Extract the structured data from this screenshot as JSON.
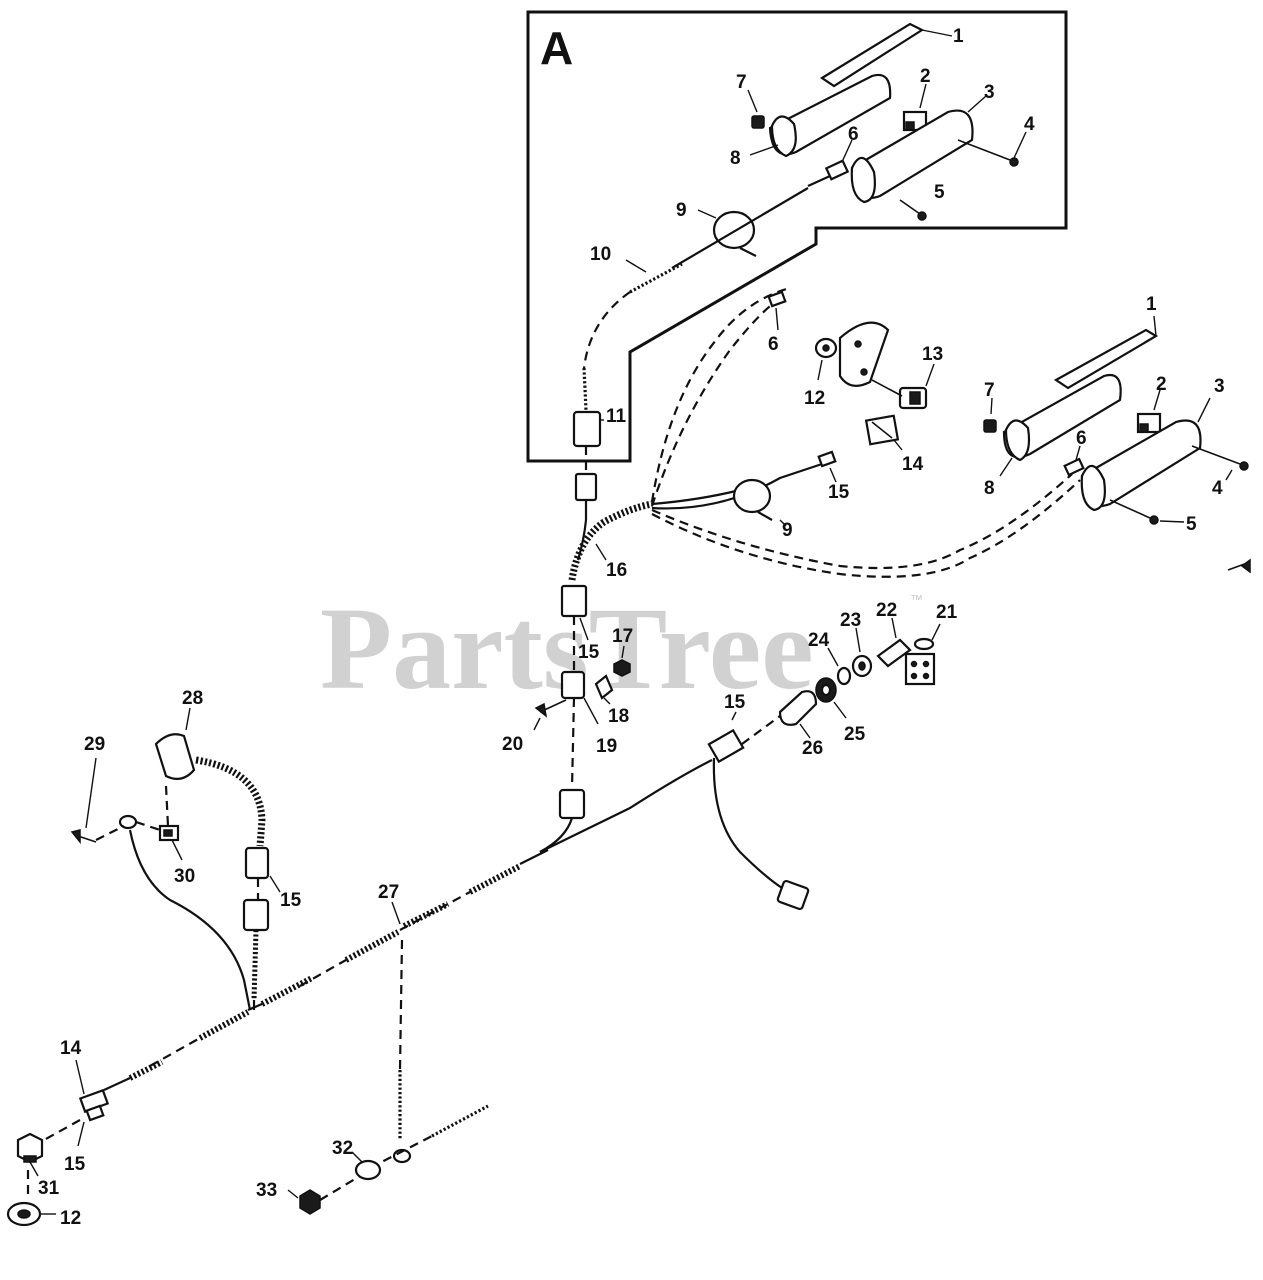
{
  "watermark": {
    "text": "PartsTree",
    "trademark": "™"
  },
  "inset": {
    "label": "A"
  },
  "callouts": [
    {
      "id": "1",
      "text": "1"
    },
    {
      "id": "2",
      "text": "2"
    },
    {
      "id": "3",
      "text": "3"
    },
    {
      "id": "4",
      "text": "4"
    },
    {
      "id": "5",
      "text": "5"
    },
    {
      "id": "6",
      "text": "6"
    },
    {
      "id": "7",
      "text": "7"
    },
    {
      "id": "8",
      "text": "8"
    },
    {
      "id": "9",
      "text": "9"
    },
    {
      "id": "10",
      "text": "10"
    },
    {
      "id": "11",
      "text": "11"
    },
    {
      "id": "6b",
      "text": "6"
    },
    {
      "id": "12",
      "text": "12"
    },
    {
      "id": "13",
      "text": "13"
    },
    {
      "id": "1b",
      "text": "1"
    },
    {
      "id": "7b",
      "text": "7"
    },
    {
      "id": "2b",
      "text": "2"
    },
    {
      "id": "3b",
      "text": "3"
    },
    {
      "id": "6c",
      "text": "6"
    },
    {
      "id": "14",
      "text": "14"
    },
    {
      "id": "8b",
      "text": "8"
    },
    {
      "id": "4b",
      "text": "4"
    },
    {
      "id": "15",
      "text": "15"
    },
    {
      "id": "9b",
      "text": "9"
    },
    {
      "id": "5b",
      "text": "5"
    },
    {
      "id": "16",
      "text": "16"
    },
    {
      "id": "15b",
      "text": "15"
    },
    {
      "id": "17",
      "text": "17"
    },
    {
      "id": "22",
      "text": "22"
    },
    {
      "id": "21",
      "text": "21"
    },
    {
      "id": "23",
      "text": "23"
    },
    {
      "id": "24",
      "text": "24"
    },
    {
      "id": "18",
      "text": "18"
    },
    {
      "id": "28",
      "text": "28"
    },
    {
      "id": "20",
      "text": "20"
    },
    {
      "id": "19",
      "text": "19"
    },
    {
      "id": "15c",
      "text": "15"
    },
    {
      "id": "25",
      "text": "25"
    },
    {
      "id": "26",
      "text": "26"
    },
    {
      "id": "29",
      "text": "29"
    },
    {
      "id": "30",
      "text": "30"
    },
    {
      "id": "15d",
      "text": "15"
    },
    {
      "id": "27",
      "text": "27"
    },
    {
      "id": "14b",
      "text": "14"
    },
    {
      "id": "15e",
      "text": "15"
    },
    {
      "id": "32",
      "text": "32"
    },
    {
      "id": "31",
      "text": "31"
    },
    {
      "id": "33",
      "text": "33"
    },
    {
      "id": "12b",
      "text": "12"
    }
  ]
}
